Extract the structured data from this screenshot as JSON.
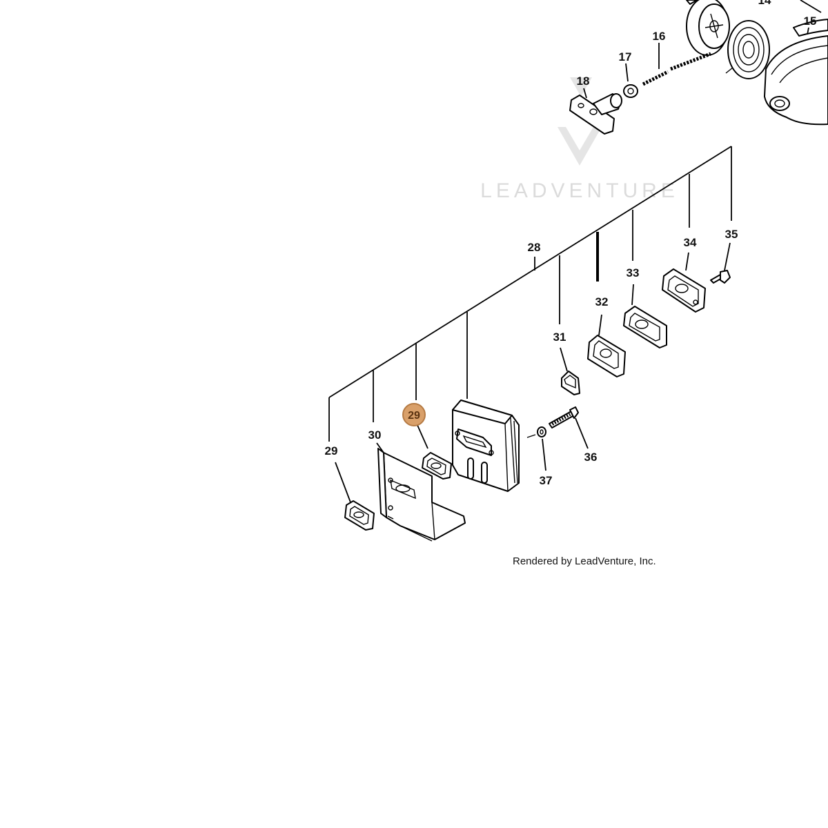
{
  "watermark": {
    "brand": "LEADVENTURE"
  },
  "credit": "Rendered by LeadVenture, Inc.",
  "callouts": {
    "c14": "14",
    "c15": "15",
    "c16": "16",
    "c17": "17",
    "c18": "18",
    "c28": "28",
    "c29a": "29",
    "c29b": "29",
    "c30": "30",
    "c31": "31",
    "c32": "32",
    "c33": "33",
    "c34": "34",
    "c35": "35",
    "c36": "36",
    "c37": "37"
  },
  "highlight": {
    "label": "29",
    "color": "#d9a06a"
  }
}
